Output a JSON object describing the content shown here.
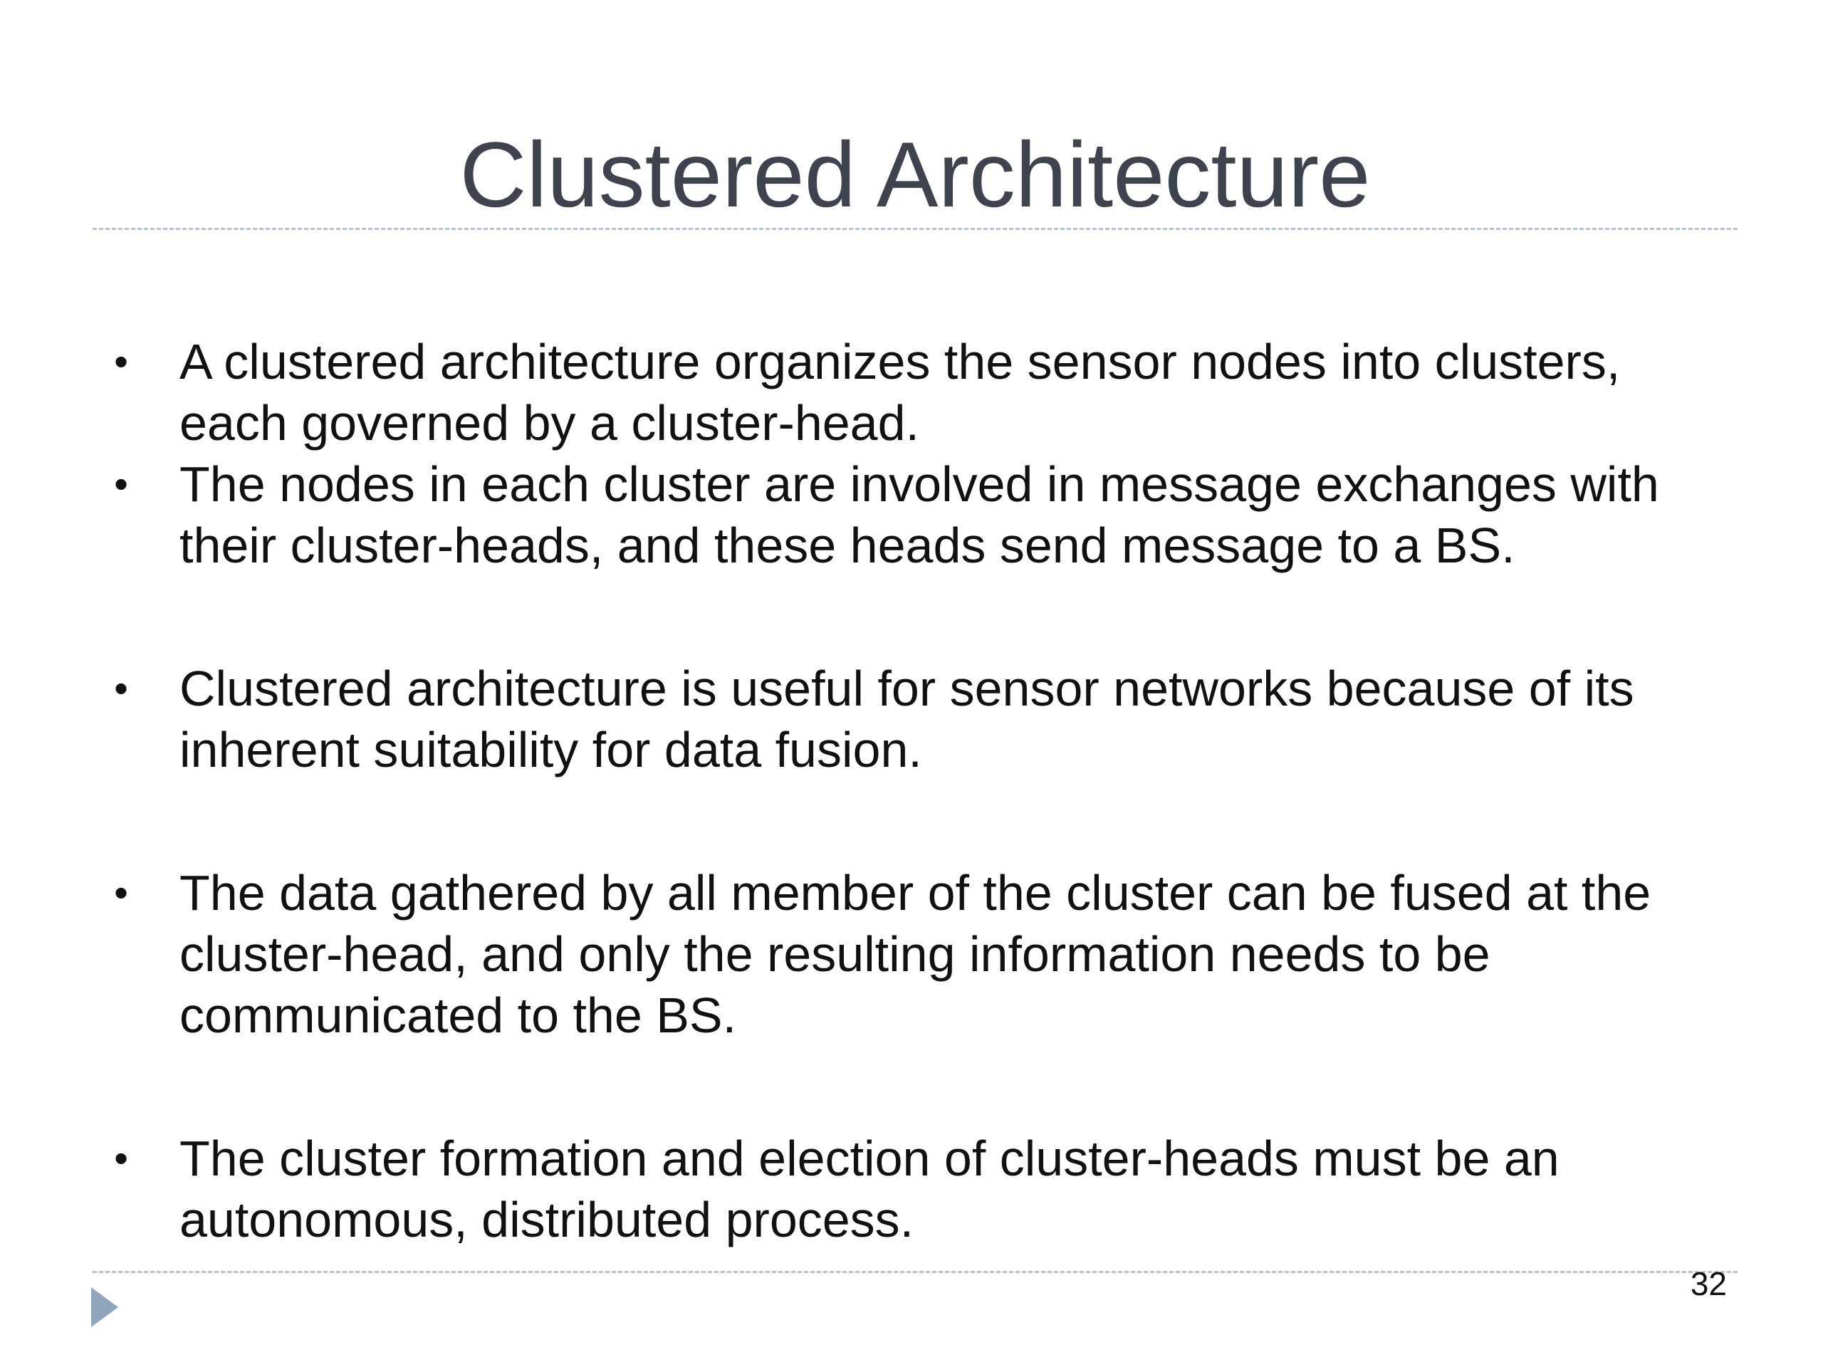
{
  "slide": {
    "title": "Clustered Architecture",
    "bullet_symbol": "•",
    "bullets": [
      "A clustered architecture organizes the sensor nodes into clusters, each governed by a cluster-head.",
      "The nodes in each cluster are involved in message exchanges with their cluster-heads, and these heads send message to a BS.",
      "Clustered architecture is useful for sensor networks because of its inherent suitability for data fusion.",
      "The data gathered by all member of the cluster can be fused at the cluster-head, and only the resulting information needs to be communicated to the BS.",
      "The cluster formation and election of cluster-heads must be an autonomous, distributed process."
    ],
    "page_number": "32",
    "colors": {
      "title": "#3f4350",
      "text": "#111111",
      "rule": "#b7c2cf",
      "nav_arrow": "#8fa6bd"
    },
    "icons": {
      "nav_arrow": "play-triangle-icon"
    }
  }
}
